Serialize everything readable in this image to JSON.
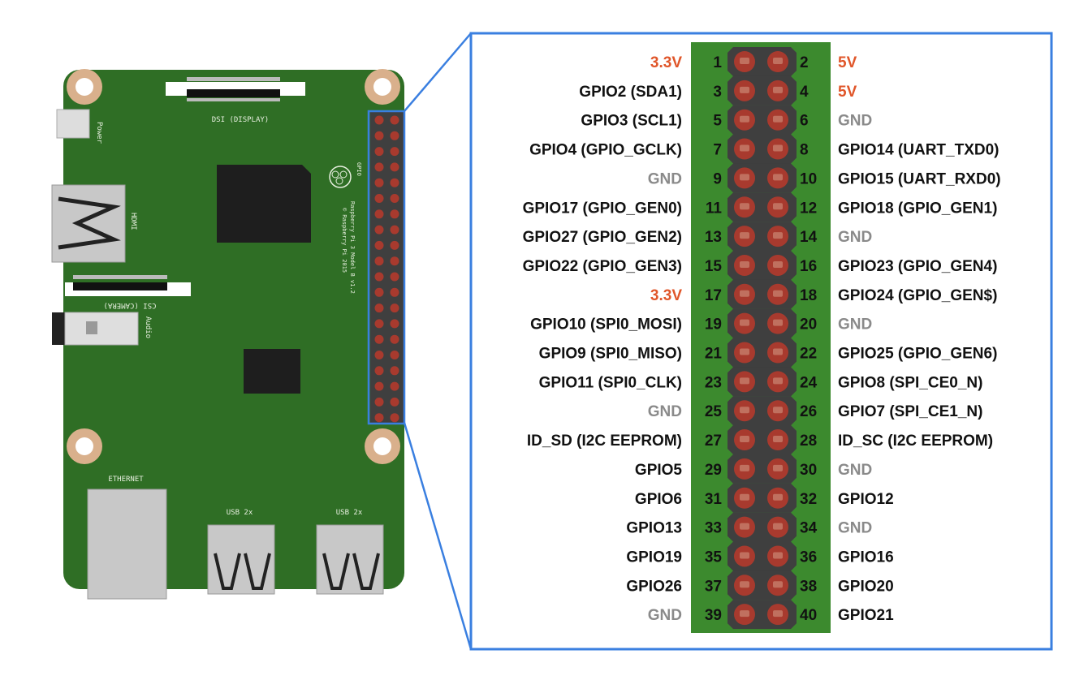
{
  "colors": {
    "board": "#2f6e25",
    "header_green": "#3c8a2e",
    "header_dark": "#3f3f3f",
    "pin": "#a83a2e",
    "frame": "#3a7fe0",
    "power_text": "#e0562a",
    "gnd_text": "#8a8a8a",
    "signal_text": "#111111"
  },
  "board": {
    "dsi_label": "DSI (DISPLAY)",
    "power_label": "Power",
    "hdmi_label": "HDMI",
    "csi_label": "CSI (CAMERA)",
    "audio_label": "Audio",
    "ethernet_label": "ETHERNET",
    "usb_labels": [
      "USB 2x",
      "USB 2x"
    ],
    "gpio_label": "GPIO",
    "model_text": "Raspberry Pi 3 Model B v1.2",
    "copyright_text": "© Raspberry Pi 2015"
  },
  "pins": [
    {
      "left": {
        "num": "1",
        "label": "3.3V",
        "kind": "power"
      },
      "right": {
        "num": "2",
        "label": "5V",
        "kind": "power"
      }
    },
    {
      "left": {
        "num": "3",
        "label": "GPIO2 (SDA1)",
        "kind": "signal"
      },
      "right": {
        "num": "4",
        "label": "5V",
        "kind": "power"
      }
    },
    {
      "left": {
        "num": "5",
        "label": "GPIO3 (SCL1)",
        "kind": "signal"
      },
      "right": {
        "num": "6",
        "label": "GND",
        "kind": "gnd"
      }
    },
    {
      "left": {
        "num": "7",
        "label": "GPIO4 (GPIO_GCLK)",
        "kind": "signal"
      },
      "right": {
        "num": "8",
        "label": "GPIO14 (UART_TXD0)",
        "kind": "signal"
      }
    },
    {
      "left": {
        "num": "9",
        "label": "GND",
        "kind": "gnd"
      },
      "right": {
        "num": "10",
        "label": "GPIO15 (UART_RXD0)",
        "kind": "signal"
      }
    },
    {
      "left": {
        "num": "11",
        "label": "GPIO17 (GPIO_GEN0)",
        "kind": "signal"
      },
      "right": {
        "num": "12",
        "label": "GPIO18 (GPIO_GEN1)",
        "kind": "signal"
      }
    },
    {
      "left": {
        "num": "13",
        "label": "GPIO27 (GPIO_GEN2)",
        "kind": "signal"
      },
      "right": {
        "num": "14",
        "label": "GND",
        "kind": "gnd"
      }
    },
    {
      "left": {
        "num": "15",
        "label": "GPIO22 (GPIO_GEN3)",
        "kind": "signal"
      },
      "right": {
        "num": "16",
        "label": "GPIO23 (GPIO_GEN4)",
        "kind": "signal"
      }
    },
    {
      "left": {
        "num": "17",
        "label": "3.3V",
        "kind": "power"
      },
      "right": {
        "num": "18",
        "label": "GPIO24 (GPIO_GEN$)",
        "kind": "signal"
      }
    },
    {
      "left": {
        "num": "19",
        "label": "GPIO10 (SPI0_MOSI)",
        "kind": "signal"
      },
      "right": {
        "num": "20",
        "label": "GND",
        "kind": "gnd"
      }
    },
    {
      "left": {
        "num": "21",
        "label": "GPIO9 (SPI0_MISO)",
        "kind": "signal"
      },
      "right": {
        "num": "22",
        "label": "GPIO25 (GPIO_GEN6)",
        "kind": "signal"
      }
    },
    {
      "left": {
        "num": "23",
        "label": "GPIO11 (SPI0_CLK)",
        "kind": "signal"
      },
      "right": {
        "num": "24",
        "label": "GPIO8 (SPI_CE0_N)",
        "kind": "signal"
      }
    },
    {
      "left": {
        "num": "25",
        "label": "GND",
        "kind": "gnd"
      },
      "right": {
        "num": "26",
        "label": "GPIO7 (SPI_CE1_N)",
        "kind": "signal"
      }
    },
    {
      "left": {
        "num": "27",
        "label": "ID_SD (I2C EEPROM)",
        "kind": "signal"
      },
      "right": {
        "num": "28",
        "label": "ID_SC (I2C EEPROM)",
        "kind": "signal"
      }
    },
    {
      "left": {
        "num": "29",
        "label": "GPIO5",
        "kind": "signal"
      },
      "right": {
        "num": "30",
        "label": "GND",
        "kind": "gnd"
      }
    },
    {
      "left": {
        "num": "31",
        "label": "GPIO6",
        "kind": "signal"
      },
      "right": {
        "num": "32",
        "label": "GPIO12",
        "kind": "signal"
      }
    },
    {
      "left": {
        "num": "33",
        "label": "GPIO13",
        "kind": "signal"
      },
      "right": {
        "num": "34",
        "label": "GND",
        "kind": "gnd"
      }
    },
    {
      "left": {
        "num": "35",
        "label": "GPIO19",
        "kind": "signal"
      },
      "right": {
        "num": "36",
        "label": "GPIO16",
        "kind": "signal"
      }
    },
    {
      "left": {
        "num": "37",
        "label": "GPIO26",
        "kind": "signal"
      },
      "right": {
        "num": "38",
        "label": "GPIO20",
        "kind": "signal"
      }
    },
    {
      "left": {
        "num": "39",
        "label": "GND",
        "kind": "gnd"
      },
      "right": {
        "num": "40",
        "label": "GPIO21",
        "kind": "signal"
      }
    }
  ]
}
